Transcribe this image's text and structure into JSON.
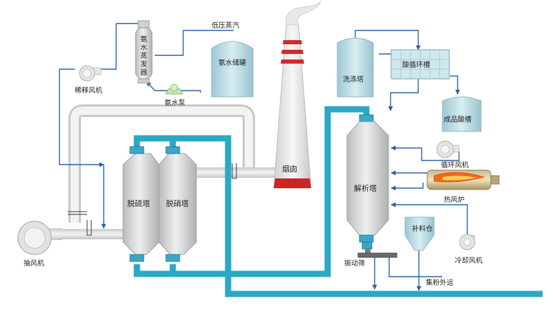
{
  "labels": {
    "dilution_fan": "稀释风机",
    "ammonia_evaporator": "氨水蒸发器",
    "low_pressure_steam": "低压蒸汽",
    "ammonia_tank": "氨水储罐",
    "ammonia_pump": "氨水泵",
    "exhaust_fan": "抽风机",
    "desulfurization_tower": "脱硫塔",
    "denitration_tower": "脱硝塔",
    "chimney": "烟囱",
    "washing_tower": "洗涤塔",
    "acid_circulation_tank": "酸循环槽",
    "product_acid_tank": "成品酸槽",
    "circulation_fan": "循环风机",
    "hot_air_furnace": "热风炉",
    "regeneration_tower": "解析塔",
    "cooling_fan": "冷却风机",
    "make_up_bin": "补料仓",
    "vibrating_screen": "振动筛",
    "dust_transport": "集粉外运"
  },
  "colors": {
    "carbon_loop": "#29a9c4",
    "gas_pipe": "#dcdcdc",
    "arrow_line": "#2a5fa8",
    "vessel": "#d9dadb",
    "stripe": "#d12b2b",
    "tank": "#b9dbe4",
    "flame": "#f06a1a"
  }
}
